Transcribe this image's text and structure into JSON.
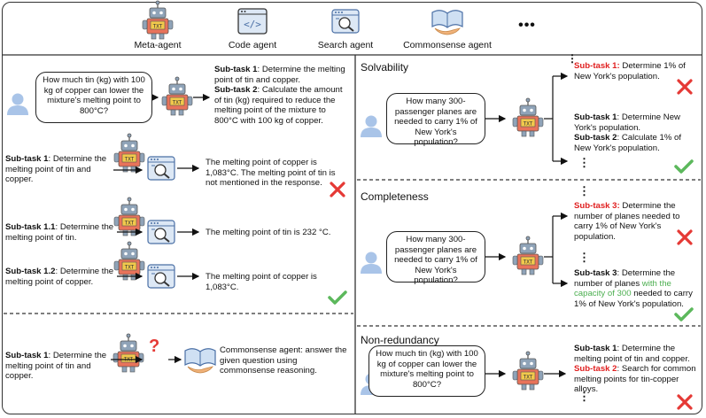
{
  "agents": [
    {
      "icon": "robot-icon",
      "label": "Meta-agent"
    },
    {
      "icon": "code-window-icon",
      "label": "Code agent"
    },
    {
      "icon": "search-window-icon",
      "label": "Search agent"
    },
    {
      "icon": "open-book-icon",
      "label": "Commonsense agent"
    }
  ],
  "agents_more": "•••",
  "left": {
    "question": "How much tin (kg) with 100 kg of copper can lower the mixture's melting point to 800°C?",
    "decomp": {
      "st1_label": "Sub-task 1",
      "st1_text": ": Determine the melting point of tin and copper.",
      "st2_label": "Sub-task 2",
      "st2_text": ": Calculate the amount of tin (kg) required to reduce the melting point of the mixture to 800°C with 100 kg of copper."
    },
    "search_fail": {
      "label": "Sub-task 1",
      "text": ": Determine the melting point of tin and copper.",
      "result": "The melting point of copper is 1,083°C. The melting point of tin is not mentioned in the response."
    },
    "search_ok_1": {
      "label": "Sub-task 1.1",
      "text": ": Determine the melting point of tin.",
      "result": "The melting point of tin is 232 °C."
    },
    "search_ok_2": {
      "label": "Sub-task 1.2",
      "text": ": Determine the melting point of copper.",
      "result": "The melting point of copper is 1,083°C."
    },
    "commonsense": {
      "label": "Sub-task 1",
      "text": ": Determine the melting point of tin and copper.",
      "question_mark": "?",
      "result": "Commonsense agent: answer the given question using commonsense reasoning."
    }
  },
  "right": {
    "solvability": {
      "title": "Solvability",
      "question": "How many 300-passenger planes are needed to carry 1% of New York's population?",
      "bad_label": "Sub-task 1:",
      "bad_text": " Determine 1% of New York's population.",
      "good1_label": "Sub-task 1",
      "good1_text": ": Determine New York's population.",
      "good2_label": "Sub-task 2",
      "good2_text": ": Calculate 1% of New York's population."
    },
    "completeness": {
      "title": "Completeness",
      "question": "How many 300-passenger planes are needed to carry 1% of New York's population?",
      "bad_label": "Sub-task 3:",
      "bad_text": " Determine the number of planes needed to carry 1% of New York's population.",
      "good_label": "Sub-task 3",
      "good_text_a": ": Determine the number of planes ",
      "good_highlight": "with the capacity of 300",
      "good_text_b": " needed to carry 1% of New York's population."
    },
    "nonredundancy": {
      "title": "Non-redundancy",
      "question": "How much tin (kg) with 100 kg of copper can lower the mixture's melting point to 800°C?",
      "st1_label": "Sub-task 1",
      "st1_text": ": Determine the melting point of tin and copper.",
      "st2_label": "Sub-task 2",
      "st2_text": ": Search for common melting points for tin-copper alloys."
    }
  },
  "ellipsis": "⋮",
  "colors": {
    "cross": "#e53935",
    "check": "#5cb85c",
    "robot_body": "#e8735a",
    "robot_head": "#8fa3b8",
    "screen": "#f2c94c",
    "window": "#dde8f5"
  }
}
